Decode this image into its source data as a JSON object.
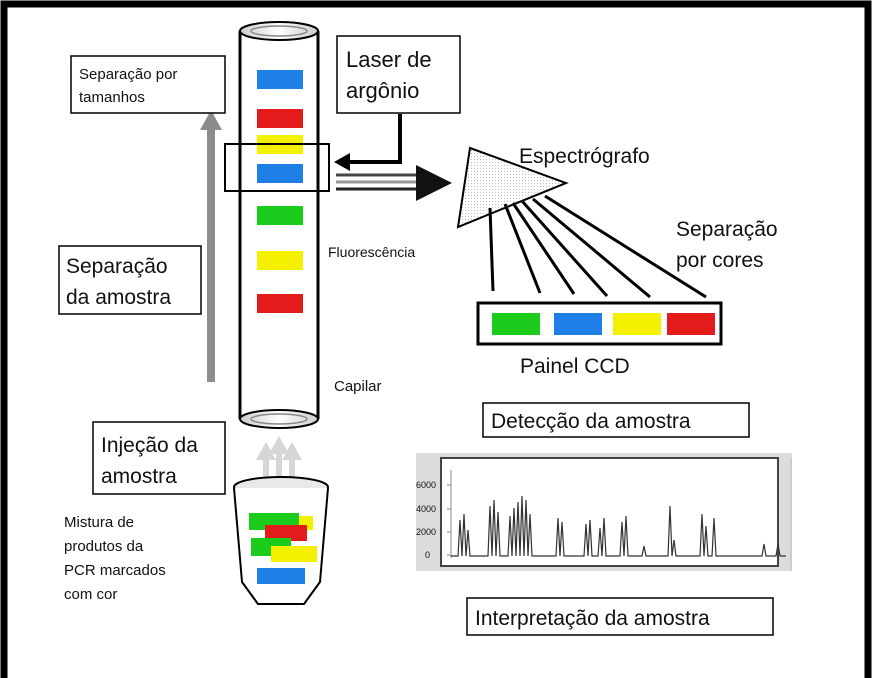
{
  "labels": {
    "size_separation_line1": "Separação por",
    "size_separation_line2": "tamanhos",
    "laser_line1": "Laser de",
    "laser_line2": "argônio",
    "spectrograph": "Espectrógrafo",
    "color_separation_line1": "Separação",
    "color_separation_line2": "por cores",
    "fluorescence": "Fluorescência",
    "sample_separation_line1": "Separação",
    "sample_separation_line2": "da amostra",
    "ccd_panel": "Painel CCD",
    "capillary": "Capilar",
    "sample_detection": "Detecção da amostra",
    "injection_line1": "Injeção da",
    "injection_line2": "amostra",
    "mixture_line1": "Mistura de",
    "mixture_line2": "produtos da",
    "mixture_line3": "PCR marcados",
    "mixture_line4": "com cor",
    "sample_interpretation": "Interpretação da amostra"
  },
  "electropherogram": {
    "y_ticks": [
      "6000",
      "4000",
      "2000",
      "0"
    ]
  },
  "colors": {
    "blue": "#1e7fe6",
    "red": "#e41b1b",
    "yellow": "#f5f000",
    "green": "#1ccc1c",
    "frame": "#000000",
    "arrow_gray": "#8c8c8c"
  },
  "capillary_bands": [
    "blue",
    "red",
    "yellow",
    "blue",
    "green",
    "yellow",
    "red"
  ],
  "ccd_cells": [
    "green",
    "blue",
    "yellow",
    "red"
  ],
  "vial_bands": [
    "green",
    "red",
    "green",
    "yellow",
    "blue"
  ]
}
